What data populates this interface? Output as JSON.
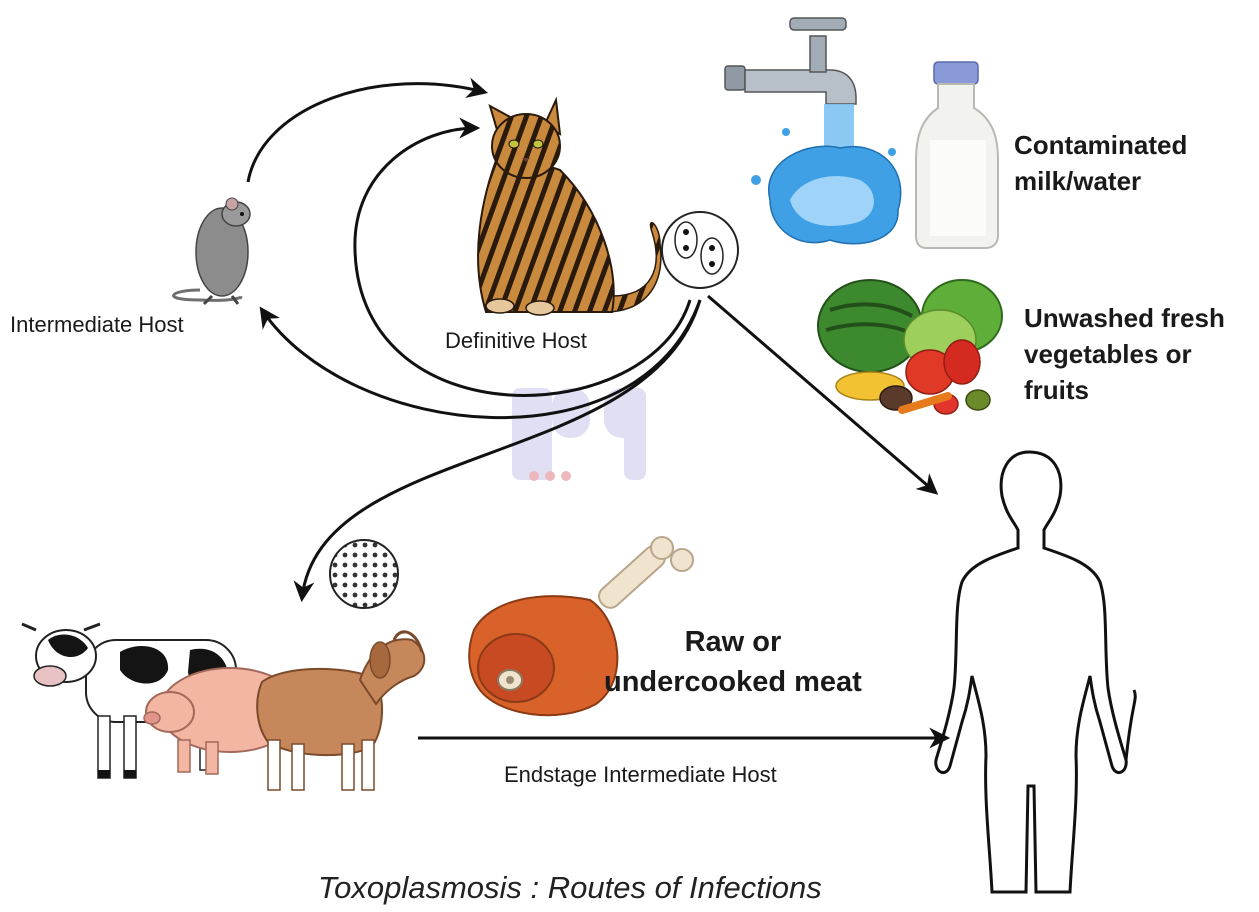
{
  "labels": {
    "intermediate_host": "Intermediate Host",
    "definitive_host": "Definitive Host",
    "endstage_intermediate_host": "Endstage Intermediate Host",
    "contaminated_line1": "Contaminated",
    "contaminated_line2": "milk/water",
    "vegetables_line1": "Unwashed fresh",
    "vegetables_line2": "vegetables or",
    "vegetables_line3": "fruits",
    "meat_line1": "Raw or",
    "meat_line2": "undercooked meat"
  },
  "title": "Toxoplasmosis : Routes of Infections",
  "watermark": "pg",
  "icons": [
    "rat-icon",
    "cat-icon",
    "oocyst-icon",
    "tissue-cyst-icon",
    "faucet-icon",
    "milk-bottle-icon",
    "fruits-vegetables-icon",
    "meat-leg-icon",
    "cow-icon",
    "pig-icon",
    "goat-icon",
    "human-silhouette-icon"
  ],
  "colors": {
    "arrow": "#111111",
    "water": "#3fa0e6",
    "meat": "#d9622b",
    "watermark": "#c9c6ea"
  }
}
